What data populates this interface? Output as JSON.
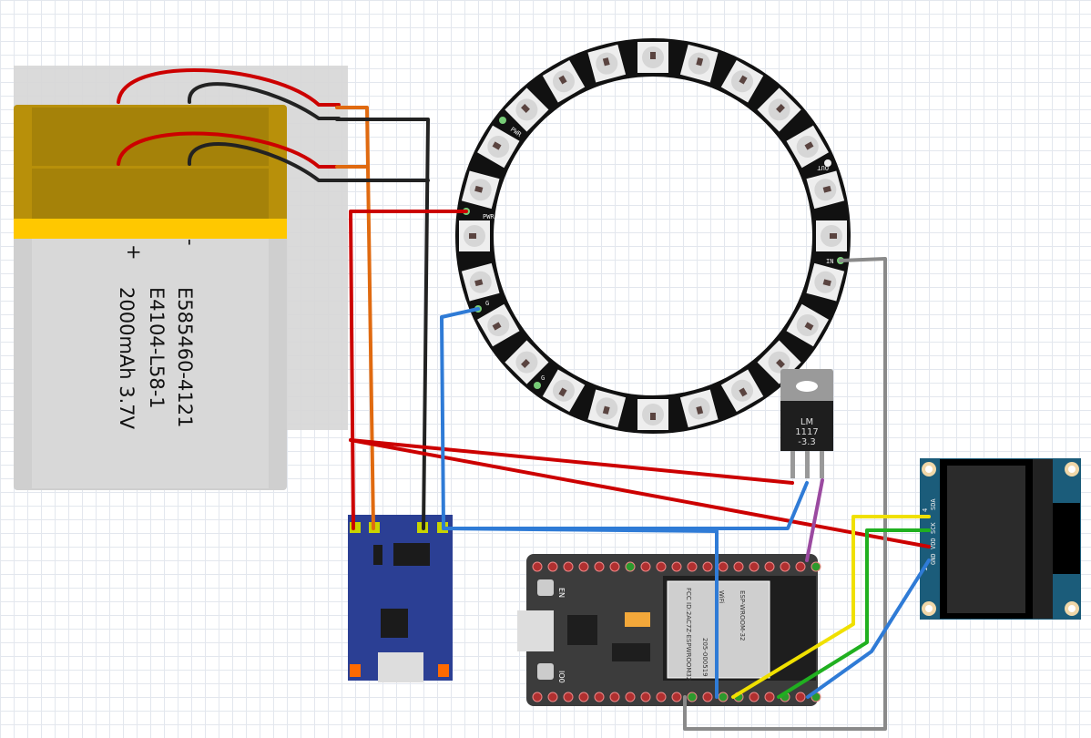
{
  "battery": {
    "label_line1": "E585460-4121",
    "label_line2": "E4104-L58-1",
    "label_line3": "2000mAh 3.7V",
    "plus": "+",
    "minus": "-"
  },
  "ring": {
    "pin_pwr": "PWR",
    "pin_pwr2": "PWR",
    "pin_gnd": "G",
    "pin_gnd2": "G",
    "pin_in": "IN",
    "pin_out": "OUT",
    "led_count": 24
  },
  "regulator": {
    "line1": "LM",
    "line2": "1117",
    "line3": "-3.3"
  },
  "oled": {
    "pin_sda": "SDA",
    "pin_sck": "SCK",
    "pin_vdd": "VDD",
    "pin_gnd": "GND",
    "num_4": "4",
    "num_1": "1"
  },
  "esp32": {
    "btn_en": "EN",
    "btn_io0": "IO0",
    "module": "ESP-WROOM-32",
    "fcc": "FCC ID:2AC7Z-ESPWROOM32",
    "cert": "205-000519",
    "wifi": "WiFi"
  },
  "colors": {
    "red": "#cc0000",
    "orange": "#e06a10",
    "black": "#222222",
    "blue": "#2f7bd6",
    "yellow": "#f0e000",
    "green": "#20b020",
    "purple": "#9b4aa0",
    "gray": "#8a8a8a",
    "battery_gold": "#b8900a",
    "esp_board": "#3c3c3c",
    "oled_board": "#1b5c7a",
    "charger_board": "#2b3f94"
  }
}
